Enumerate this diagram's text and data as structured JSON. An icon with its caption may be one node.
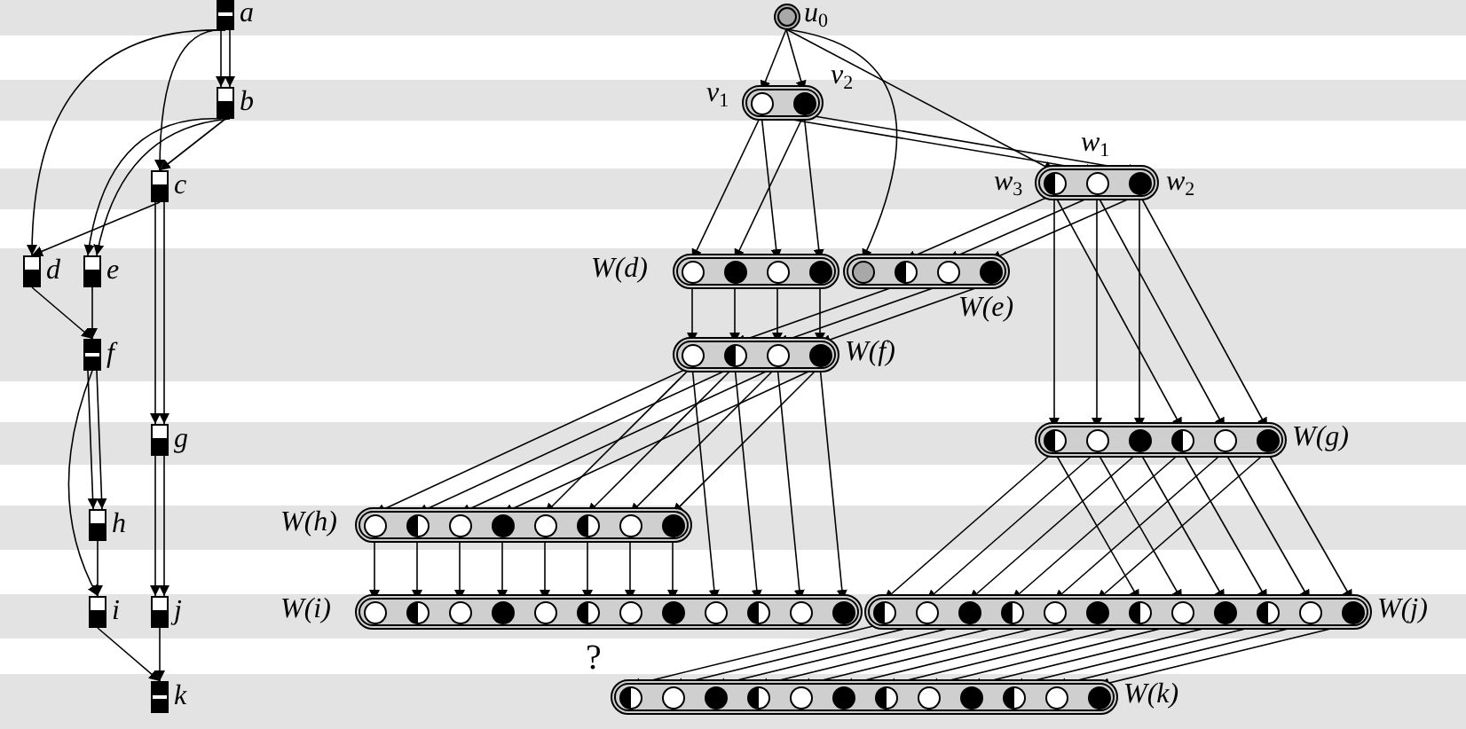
{
  "diagram": {
    "nodes": [
      {
        "text": [
          "a"
        ]
      },
      {
        "text": [
          "b"
        ]
      },
      {
        "text": [
          "c"
        ]
      },
      {
        "text": [
          "d"
        ]
      },
      {
        "text": [
          "e"
        ]
      },
      {
        "text": [
          "f"
        ]
      },
      {
        "text": [
          "g"
        ]
      },
      {
        "text": [
          "h"
        ]
      },
      {
        "text": [
          "i"
        ]
      },
      {
        "text": [
          "j"
        ]
      },
      {
        "text": [
          "k"
        ]
      },
      {
        "text": [
          "u$_{0}$"
        ]
      },
      {
        "text": [],
        "shape": "bar"
      },
      {
        "text": [
          "v$_{1}$"
        ],
        "in": 12
      },
      {
        "text": [
          "v$_{2}$"
        ],
        "in": 12
      },
      {
        "text": [],
        "shape": "bar"
      },
      {
        "text": [
          "w$_{3}$"
        ],
        "in": 15
      },
      {
        "text": [
          "w$_{1}$"
        ],
        "in": 15
      },
      {
        "text": [
          "w$_{2}$"
        ],
        "in": 15
      },
      {
        "text": [
          "W(d)"
        ]
      },
      {
        "text": [],
        "shape": "circle",
        "in": 19
      },
      {
        "text": [],
        "shape": "circle",
        "in": 19
      },
      {
        "text": [],
        "shape": "circle",
        "in": 19
      },
      {
        "text": [],
        "shape": "circle",
        "in": 19
      },
      {
        "text": [
          "W(e)"
        ]
      },
      {
        "text": [],
        "shape": "circle",
        "in": 24
      },
      {
        "text": [],
        "shape": "circle",
        "in": 24
      },
      {
        "text": [],
        "shape": "circle",
        "in": 24
      },
      {
        "text": [],
        "shape": "circle",
        "in": 24
      },
      {
        "text": [
          "W(f)"
        ]
      },
      {
        "text": [],
        "shape": "circle",
        "in": 29
      },
      {
        "text": [],
        "shape": "circle",
        "in": 29
      },
      {
        "text": [],
        "shape": "circle",
        "in": 29
      },
      {
        "text": [],
        "shape": "circle",
        "in": 29
      },
      {
        "text": [
          "W(g)"
        ]
      },
      {
        "text": [],
        "shape": "circle",
        "in": 34
      },
      {
        "text": [],
        "shape": "circle",
        "in": 34
      },
      {
        "text": [],
        "shape": "circle",
        "in": 34
      },
      {
        "text": [],
        "shape": "circle",
        "in": 34
      },
      {
        "text": [],
        "shape": "circle",
        "in": 34
      },
      {
        "text": [],
        "shape": "circle",
        "in": 34
      },
      {
        "text": [
          "W(h)"
        ]
      },
      {
        "text": [],
        "shape": "circle",
        "in": 41
      },
      {
        "text": [],
        "shape": "circle",
        "in": 41
      },
      {
        "text": [],
        "shape": "circle",
        "in": 41
      },
      {
        "text": [],
        "shape": "circle",
        "in": 41
      },
      {
        "text": [],
        "shape": "circle",
        "in": 41
      },
      {
        "text": [],
        "shape": "circle",
        "in": 41
      },
      {
        "text": [],
        "shape": "circle",
        "in": 41
      },
      {
        "text": [],
        "shape": "circle",
        "in": 41
      },
      {
        "text": [
          "W(i)"
        ]
      },
      {
        "text": [],
        "shape": "circle",
        "in": 50
      },
      {
        "text": [],
        "shape": "circle",
        "in": 50
      },
      {
        "text": [],
        "shape": "circle",
        "in": 50
      },
      {
        "text": [],
        "shape": "circle",
        "in": 50
      },
      {
        "text": [],
        "shape": "circle",
        "in": 50
      },
      {
        "text": [],
        "shape": "circle",
        "in": 50
      },
      {
        "text": [],
        "shape": "circle",
        "in": 50
      },
      {
        "text": [],
        "shape": "circle",
        "in": 50
      },
      {
        "text": [],
        "shape": "circle",
        "in": 50
      },
      {
        "text": [],
        "shape": "circle",
        "in": 50
      },
      {
        "text": [],
        "shape": "circle",
        "in": 50
      },
      {
        "text": [],
        "shape": "circle",
        "in": 50
      },
      {
        "text": [
          "W(j)"
        ]
      },
      {
        "text": [],
        "shape": "circle",
        "in": 63
      },
      {
        "text": [],
        "shape": "circle",
        "in": 63
      },
      {
        "text": [],
        "shape": "circle",
        "in": 63
      },
      {
        "text": [],
        "shape": "circle",
        "in": 63
      },
      {
        "text": [],
        "shape": "circle",
        "in": 63
      },
      {
        "text": [],
        "shape": "circle",
        "in": 63
      },
      {
        "text": [],
        "shape": "circle",
        "in": 63
      },
      {
        "text": [],
        "shape": "circle",
        "in": 63
      },
      {
        "text": [],
        "shape": "circle",
        "in": 63
      },
      {
        "text": [],
        "shape": "circle",
        "in": 63
      },
      {
        "text": [],
        "shape": "circle",
        "in": 63
      },
      {
        "text": [],
        "shape": "circle",
        "in": 63
      },
      {
        "text": [
          "W(k)"
        ]
      },
      {
        "text": [],
        "shape": "circle",
        "in": 76
      },
      {
        "text": [],
        "shape": "circle",
        "in": 76
      },
      {
        "text": [],
        "shape": "circle",
        "in": 76
      },
      {
        "text": [],
        "shape": "circle",
        "in": 76
      },
      {
        "text": [],
        "shape": "circle",
        "in": 76
      },
      {
        "text": [],
        "shape": "circle",
        "in": 76
      },
      {
        "text": [],
        "shape": "circle",
        "in": 76
      },
      {
        "text": [],
        "shape": "circle",
        "in": 76
      },
      {
        "text": [],
        "shape": "circle",
        "in": 76
      },
      {
        "text": [],
        "shape": "circle",
        "in": 76
      },
      {
        "text": [],
        "shape": "circle",
        "in": 76
      },
      {
        "text": [],
        "shape": "circle",
        "in": 76
      }
    ],
    "edges": [
      {
        "from": 0,
        "to": 1,
        "arrow": "to"
      },
      {
        "from": 0,
        "to": 1,
        "arrow": "to"
      },
      {
        "from": 0,
        "to": 2,
        "arrow": "to"
      },
      {
        "from": 0,
        "to": 3,
        "arrow": "to"
      },
      {
        "from": 1,
        "to": 2,
        "arrow": "to"
      },
      {
        "from": 1,
        "to": 4,
        "arrow": "to"
      },
      {
        "from": 1,
        "to": 4,
        "arrow": "to"
      },
      {
        "from": 2,
        "to": 3,
        "arrow": "to"
      },
      {
        "from": 2,
        "to": 6,
        "arrow": "to"
      },
      {
        "from": 2,
        "to": 6,
        "arrow": "to"
      },
      {
        "from": 3,
        "to": 5,
        "arrow": "to"
      },
      {
        "from": 4,
        "to": 5,
        "arrow": "to"
      },
      {
        "from": 5,
        "to": 7,
        "arrow": "to"
      },
      {
        "from": 5,
        "to": 7,
        "arrow": "to"
      },
      {
        "from": 5,
        "to": 8,
        "arrow": "to"
      },
      {
        "from": 6,
        "to": 9,
        "arrow": "to"
      },
      {
        "from": 6,
        "to": 9,
        "arrow": "to"
      },
      {
        "from": 7,
        "to": 8,
        "arrow": "to"
      },
      {
        "from": 8,
        "to": 10,
        "arrow": "to"
      },
      {
        "from": 9,
        "to": 10,
        "arrow": "to"
      },
      {
        "from": 11,
        "to": 13,
        "arrow": "to"
      },
      {
        "from": 11,
        "to": 14,
        "arrow": "to"
      },
      {
        "from": 11,
        "to": 16,
        "arrow": "to"
      },
      {
        "from": 11,
        "to": 25,
        "arrow": "to"
      },
      {
        "from": 13,
        "to": 17,
        "arrow": "to"
      },
      {
        "from": 14,
        "to": 18,
        "arrow": "to"
      },
      {
        "from": 13,
        "to": 20,
        "arrow": "to"
      },
      {
        "from": 14,
        "to": 21,
        "arrow": "to"
      },
      {
        "from": 13,
        "to": 22,
        "arrow": "to"
      },
      {
        "from": 14,
        "to": 23,
        "arrow": "to"
      },
      {
        "from": 16,
        "to": 26,
        "arrow": "to"
      },
      {
        "from": 17,
        "to": 27,
        "arrow": "to"
      },
      {
        "from": 18,
        "to": 28,
        "arrow": "to"
      },
      {
        "from": 16,
        "to": 35,
        "arrow": "to"
      },
      {
        "from": 17,
        "to": 36,
        "arrow": "to"
      },
      {
        "from": 18,
        "to": 37,
        "arrow": "to"
      },
      {
        "from": 16,
        "to": 38,
        "arrow": "to"
      },
      {
        "from": 17,
        "to": 39,
        "arrow": "to"
      },
      {
        "from": 18,
        "to": 40,
        "arrow": "to"
      },
      {
        "from": 20,
        "to": 30,
        "arrow": "to"
      },
      {
        "from": 21,
        "to": 31,
        "arrow": "to"
      },
      {
        "from": 22,
        "to": 32,
        "arrow": "to"
      },
      {
        "from": 23,
        "to": 33,
        "arrow": "to"
      },
      {
        "from": 26,
        "to": 31,
        "arrow": "to"
      },
      {
        "from": 27,
        "to": 32,
        "arrow": "to"
      },
      {
        "from": 28,
        "to": 33,
        "arrow": "to"
      },
      {
        "from": 30,
        "to": 42,
        "arrow": "to"
      },
      {
        "from": 31,
        "to": 43,
        "arrow": "to"
      },
      {
        "from": 32,
        "to": 44,
        "arrow": "to"
      },
      {
        "from": 33,
        "to": 45,
        "arrow": "to"
      },
      {
        "from": 30,
        "to": 46,
        "arrow": "to"
      },
      {
        "from": 31,
        "to": 47,
        "arrow": "to"
      },
      {
        "from": 32,
        "to": 48,
        "arrow": "to"
      },
      {
        "from": 33,
        "to": 49,
        "arrow": "to"
      },
      {
        "from": 30,
        "to": 59,
        "arrow": "to"
      },
      {
        "from": 31,
        "to": 60,
        "arrow": "to"
      },
      {
        "from": 32,
        "to": 61,
        "arrow": "to"
      },
      {
        "from": 33,
        "to": 62,
        "arrow": "to"
      },
      {
        "from": 42,
        "to": 51,
        "arrow": "to"
      },
      {
        "from": 43,
        "to": 52,
        "arrow": "to"
      },
      {
        "from": 44,
        "to": 53,
        "arrow": "to"
      },
      {
        "from": 45,
        "to": 54,
        "arrow": "to"
      },
      {
        "from": 46,
        "to": 55,
        "arrow": "to"
      },
      {
        "from": 47,
        "to": 56,
        "arrow": "to"
      },
      {
        "from": 48,
        "to": 57,
        "arrow": "to"
      },
      {
        "from": 49,
        "to": 58,
        "arrow": "to"
      },
      {
        "from": 35,
        "to": 64,
        "arrow": "to"
      },
      {
        "from": 36,
        "to": 65,
        "arrow": "to"
      },
      {
        "from": 37,
        "to": 66,
        "arrow": "to"
      },
      {
        "from": 38,
        "to": 67,
        "arrow": "to"
      },
      {
        "from": 39,
        "to": 68,
        "arrow": "to"
      },
      {
        "from": 40,
        "to": 69,
        "arrow": "to"
      },
      {
        "from": 35,
        "to": 70,
        "arrow": "to"
      },
      {
        "from": 36,
        "to": 71,
        "arrow": "to"
      },
      {
        "from": 37,
        "to": 72,
        "arrow": "to"
      },
      {
        "from": 38,
        "to": 73,
        "arrow": "to"
      },
      {
        "from": 39,
        "to": 74,
        "arrow": "to"
      },
      {
        "from": 40,
        "to": 75,
        "arrow": "to"
      },
      {
        "from": 64,
        "to": 77,
        "arrow": "to"
      },
      {
        "from": 65,
        "to": 78,
        "arrow": "to"
      },
      {
        "from": 66,
        "to": 79,
        "arrow": "to"
      },
      {
        "from": 67,
        "to": 80,
        "arrow": "to"
      },
      {
        "from": 68,
        "to": 81,
        "arrow": "to"
      },
      {
        "from": 69,
        "to": 82,
        "arrow": "to"
      },
      {
        "from": 70,
        "to": 83,
        "arrow": "to"
      },
      {
        "from": 71,
        "to": 84,
        "arrow": "to"
      },
      {
        "from": 72,
        "to": 85,
        "arrow": "to"
      },
      {
        "from": 73,
        "to": 86,
        "arrow": "to"
      },
      {
        "from": 74,
        "to": 87,
        "arrow": "to"
      },
      {
        "from": 75,
        "to": 88,
        "arrow": "to"
      }
    ],
    "labels": [
      "?"
    ]
  }
}
